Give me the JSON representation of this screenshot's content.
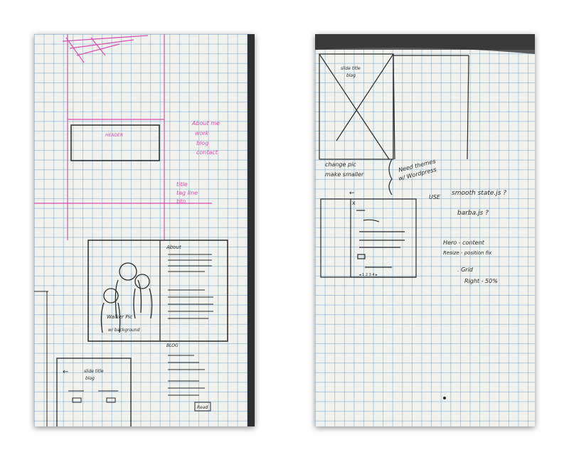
{
  "left_page": {
    "header_box": "HEADER",
    "pink_notes": [
      "About me",
      "work",
      "blog",
      "contact"
    ],
    "pink_notes_lower": [
      "title",
      "tag line",
      "btn"
    ],
    "about_label": "About",
    "about_caption": "Walker Pic",
    "about_sublabel": "w/ background",
    "blog_label": "BLOG",
    "side_card_arrow": "←",
    "side_card_text": [
      "slide title",
      "blog"
    ],
    "read_btn": "Read"
  },
  "right_page": {
    "hero_caption": [
      "slide title",
      "blog"
    ],
    "note_left": [
      "change pic",
      "make smaller"
    ],
    "note_brace": [
      "Need themes",
      "w/ Wordpress"
    ],
    "use_label": "USE",
    "lib_1": "smooth state.js ?",
    "lib_2": "barba.js ?",
    "close_x": "x",
    "arrow": "←",
    "hero_note": "Hero - content",
    "hero_note_2": "Resize - position fix",
    "grid_note": ". Grid",
    "grid_note_2": "Right - 50%",
    "card_pager": "◂ 1 2 3 4 ▸"
  },
  "colors": {
    "ink": "#2a2a2a",
    "pink": "#d94fb0",
    "paper": "#f1f2ee",
    "grid": "#78a5cd",
    "shadow_edge": "#3a3a3a"
  }
}
